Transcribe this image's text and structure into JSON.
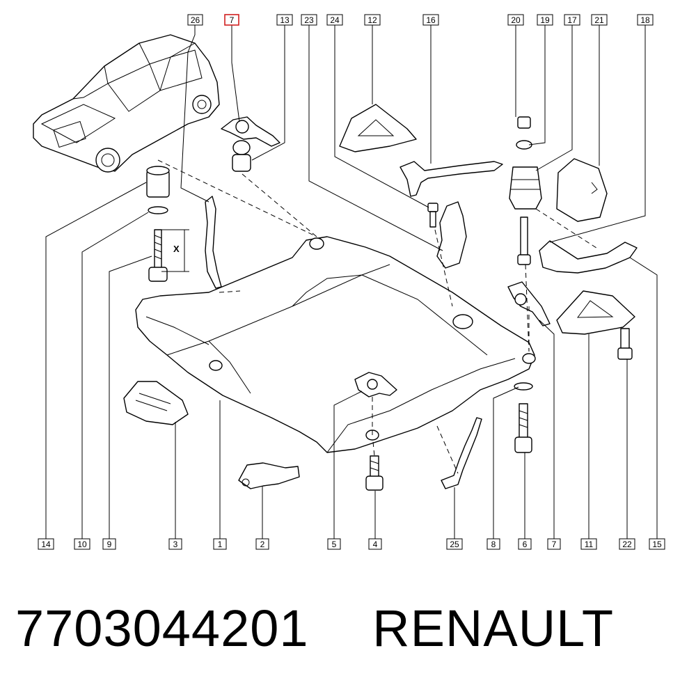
{
  "diagram": {
    "callouts_top": [
      "26",
      "7",
      "13",
      "23",
      "24",
      "12",
      "16",
      "20",
      "19",
      "17",
      "21",
      "18"
    ],
    "callouts_bottom": [
      "14",
      "10",
      "9",
      "3",
      "1",
      "2",
      "5",
      "4",
      "25",
      "8",
      "6",
      "7",
      "11",
      "22",
      "15"
    ],
    "dimension_label": "X",
    "highlighted_callout": "7",
    "highlight_color": "#d02020"
  },
  "caption": {
    "part_number": "7703044201",
    "brand": "RENAULT"
  }
}
